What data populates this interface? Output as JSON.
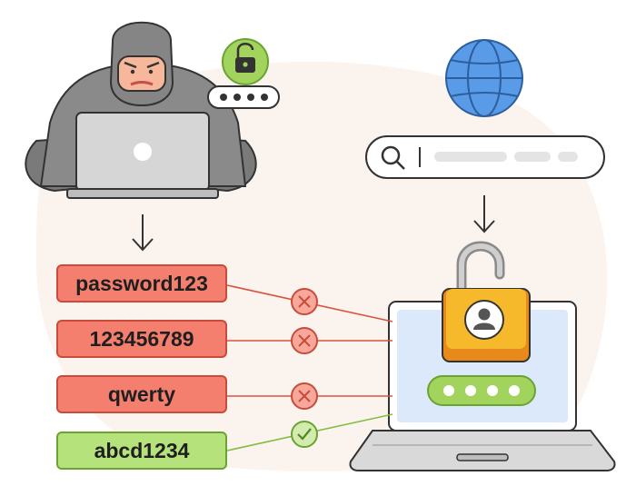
{
  "passwords": {
    "items": [
      {
        "text": "password123",
        "status": "rejected"
      },
      {
        "text": "123456789",
        "status": "rejected"
      },
      {
        "text": "qwerty",
        "status": "rejected"
      },
      {
        "text": "abcd1234",
        "status": "accepted"
      }
    ]
  },
  "icons": {
    "hacker": "hacker-figure-icon",
    "unlocked_padlock": "unlocked-padlock-icon",
    "globe": "globe-icon",
    "search": "search-icon",
    "cross": "cross-icon",
    "check": "check-icon",
    "user": "user-icon"
  },
  "colors": {
    "reject_fill": "#f47f6f",
    "reject_line": "#d9533f",
    "accept_fill": "#b5e27a",
    "accept_line": "#86bd45",
    "padlock_orange": "#f6a623",
    "globe_blue": "#5a9be8",
    "screen_blue": "#dbe9fb"
  }
}
